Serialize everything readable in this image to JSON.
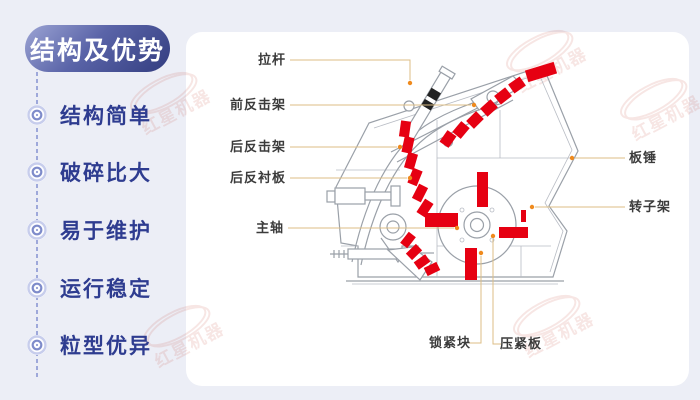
{
  "page": {
    "background": "#eceef6",
    "panel_background": "#ffffff"
  },
  "sidebar": {
    "title": "结构及优势",
    "items": [
      {
        "label": "结构简单"
      },
      {
        "label": "破碎比大"
      },
      {
        "label": "易于维护"
      },
      {
        "label": "运行稳定"
      },
      {
        "label": "粒型优异"
      }
    ],
    "bullet_icon": "double-circle-icon",
    "colors": {
      "pill_gradient_start": "#9ca4d4",
      "pill_gradient_end": "#333d80",
      "item_text": "#2e3c90",
      "dashed_line": "#6b79c8",
      "bullet_ring_outer": "#c7cdec",
      "bullet_ring_inner": "#7e8bca"
    }
  },
  "diagram": {
    "labels": [
      {
        "text": "拉杆"
      },
      {
        "text": "前反击架"
      },
      {
        "text": "后反击架"
      },
      {
        "text": "后反衬板"
      },
      {
        "text": "主轴"
      },
      {
        "text": "板锤"
      },
      {
        "text": "转子架"
      },
      {
        "text": "锁紧块"
      },
      {
        "text": "压紧板"
      }
    ],
    "watermark": {
      "text": "红星机器",
      "color": "#c0392b"
    },
    "colors": {
      "highlight_parts": "#e60012",
      "machine_lines": "#9aa0a8",
      "leader_line": "#dcbe85",
      "leader_dot": "#ef8a1d",
      "label_text": "#3b3b3b"
    }
  }
}
